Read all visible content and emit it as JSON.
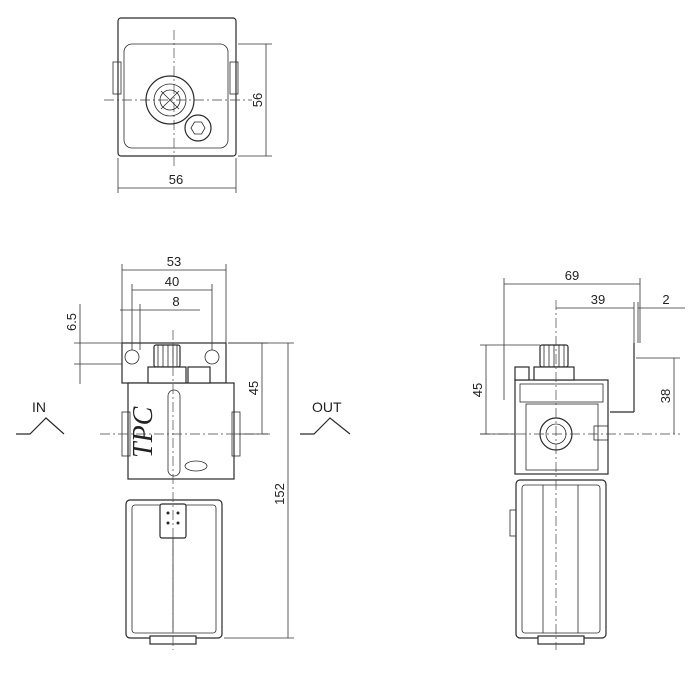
{
  "top_view": {
    "width_label": "56",
    "height_label": "56"
  },
  "front_view": {
    "brand": "TPC",
    "dim_overall_width": "53",
    "dim_hole_spacing": "40",
    "dim_hole_offset": "8",
    "dim_bracket_thickness": "6.5",
    "dim_bracket_to_center": "45",
    "dim_total_height": "152",
    "port_in": "IN",
    "port_out": "OUT"
  },
  "side_view": {
    "dim_depth": "69",
    "dim_bracket_offset": "39",
    "dim_bracket_thickness": "2",
    "dim_top_to_center": "45",
    "dim_bracket_height": "38"
  }
}
